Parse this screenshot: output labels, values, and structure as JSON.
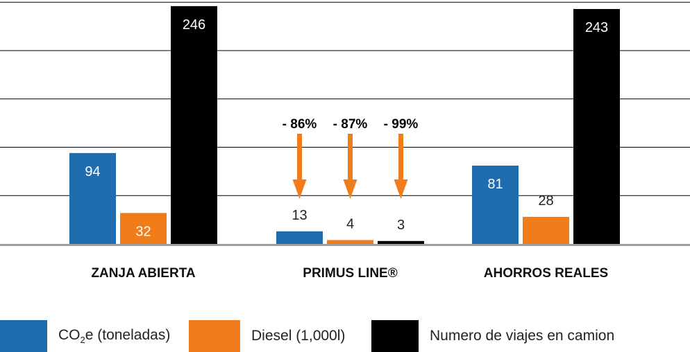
{
  "chart_data": {
    "type": "bar",
    "categories": [
      "ZANJA ABIERTA",
      "PRIMUS LINE®",
      "AHORROS REALES"
    ],
    "series": [
      {
        "name": "CO2e (toneladas)",
        "values": [
          94,
          13,
          81
        ],
        "color": "#1f6cb0"
      },
      {
        "name": "Diesel (1,000l)",
        "values": [
          32,
          4,
          28
        ],
        "color": "#f07d1a"
      },
      {
        "name": "Numero de viajes en camion",
        "values": [
          246,
          3,
          243
        ],
        "color": "#000000"
      }
    ],
    "annotations": [
      "- 86%",
      "- 87%",
      "- 99%"
    ],
    "annotation_color": "#f07d1a",
    "ylim": [
      0,
      250
    ],
    "grid": true,
    "legend_position": "bottom"
  },
  "legend": {
    "co2_prefix": "CO",
    "co2_sub": "2",
    "co2_suffix": "e (toneladas)",
    "diesel": "Diesel (1,000l)",
    "trips": "Numero de viajes en camion"
  }
}
